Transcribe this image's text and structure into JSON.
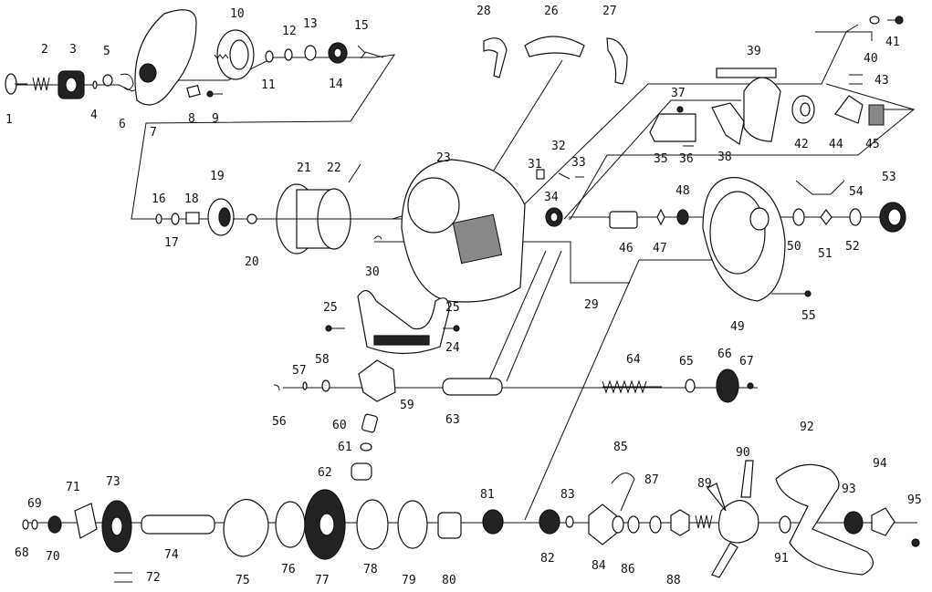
{
  "labels": [
    "1",
    "2",
    "3",
    "4",
    "5",
    "6",
    "7",
    "8",
    "9",
    "10",
    "11",
    "12",
    "13",
    "14",
    "15",
    "16",
    "17",
    "18",
    "19",
    "20",
    "21",
    "22",
    "23",
    "24",
    "25",
    "25",
    "26",
    "27",
    "28",
    "29",
    "30",
    "31",
    "32",
    "33",
    "34",
    "35",
    "36",
    "37",
    "38",
    "39",
    "40",
    "41",
    "42",
    "43",
    "44",
    "45",
    "46",
    "47",
    "48",
    "49",
    "50",
    "51",
    "52",
    "53",
    "54",
    "55",
    "56",
    "57",
    "58",
    "59",
    "60",
    "61",
    "62",
    "63",
    "64",
    "65",
    "66",
    "67",
    "68",
    "69",
    "70",
    "71",
    "72",
    "73",
    "74",
    "75",
    "76",
    "77",
    "78",
    "79",
    "80",
    "81",
    "82",
    "83",
    "84",
    "85",
    "86",
    "87",
    "88",
    "89",
    "90",
    "91",
    "92",
    "93",
    "94",
    "95"
  ]
}
